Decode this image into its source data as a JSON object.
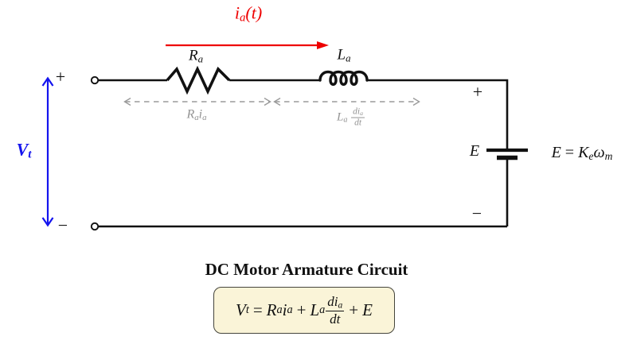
{
  "title": "DC Motor Armature Circuit",
  "colors": {
    "current_arrow": "#ee0000",
    "voltage_arrow": "#1414ee",
    "drop_annotation": "#949494",
    "wire": "#111111",
    "equation_box_bg": "#faf4d8"
  },
  "current_label": {
    "base": "i",
    "sub": "a",
    "suffix": "(t)"
  },
  "resistor_label": {
    "base": "R",
    "sub": "a"
  },
  "inductor_label": {
    "base": "L",
    "sub": "a"
  },
  "source": {
    "voltage_base": "V",
    "voltage_sub": "t",
    "plus": "+",
    "minus": "−"
  },
  "battery": {
    "label": "E",
    "plus": "+",
    "minus": "−"
  },
  "drops": {
    "resistor": {
      "b1": "R",
      "s1": "a",
      "b2": "i",
      "s2": "a"
    },
    "inductor": {
      "b1": "L",
      "s1": "a",
      "num_base": "di",
      "num_sub": "a",
      "den": "dt"
    }
  },
  "emf_relation": {
    "lhs": "E",
    "rel": "=",
    "coef_base": "K",
    "coef_sub": "e",
    "omega": "ω",
    "omega_sub": "m"
  },
  "equation": {
    "lhs_base": "V",
    "lhs_sub": "t",
    "rel": "=",
    "r_base": "R",
    "r_sub": "a",
    "ri_base": "i",
    "ri_sub": "a",
    "plus1": "+",
    "l_base": "L",
    "l_sub": "a",
    "num_base": "di",
    "num_sub": "a",
    "den": "dt",
    "plus2": "+",
    "emf": "E"
  }
}
